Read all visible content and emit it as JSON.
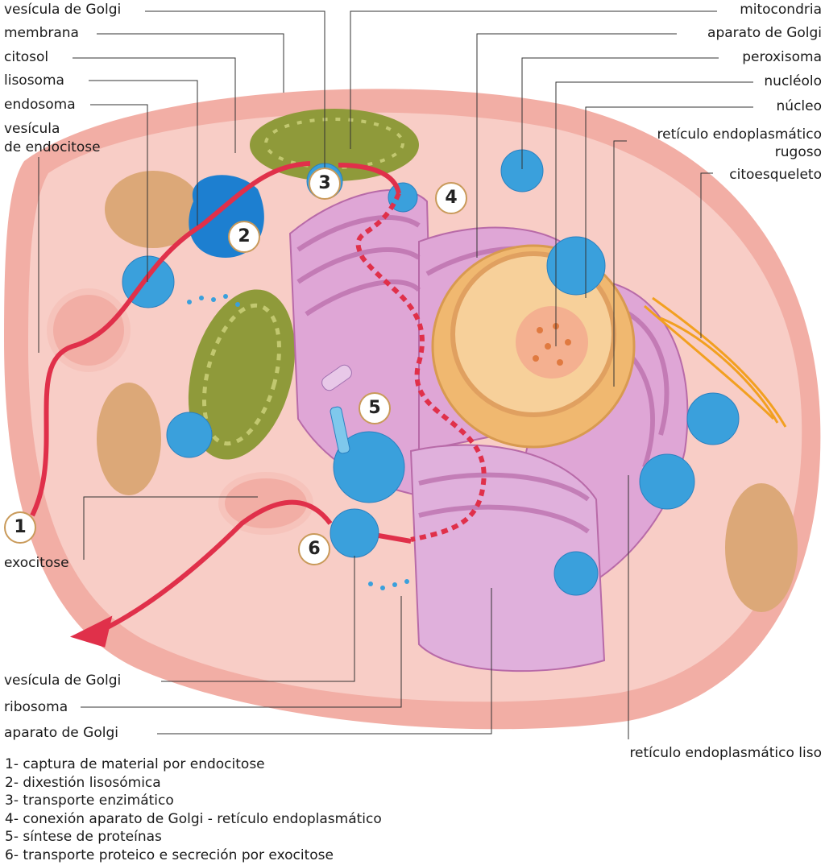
{
  "labels_left": {
    "golgi_vesicle_top": "vesícula de Golgi",
    "membrane": "membrana",
    "cytosol": "citosol",
    "lysosome": "lisosoma",
    "endosome": "endosoma",
    "endocytosis_vesicle_1": "vesícula",
    "endocytosis_vesicle_2": "de endocitose",
    "exocytosis": "exocitose",
    "golgi_vesicle_bottom": "vesícula de Golgi",
    "ribosome": "ribosoma",
    "golgi_apparatus_bottom": "aparato de Golgi"
  },
  "labels_right": {
    "mitochondria": "mitocondria",
    "golgi_apparatus": "aparato de Golgi",
    "peroxisome": "peroxisoma",
    "nucleolus": "nucléolo",
    "nucleus": "núcleo",
    "rough_er_1": "retículo endoplasmático",
    "rough_er_2": "rugoso",
    "cytoskeleton": "citoesqueleto",
    "smooth_er": "retículo endoplasmático liso"
  },
  "steps": [
    "1",
    "2",
    "3",
    "4",
    "5",
    "6"
  ],
  "legend": [
    "1- captura de material por endocitose",
    "2- dixestión lisosómica",
    "3- transporte enzimático",
    "4- conexión aparato de Golgi - retículo endoplasmático",
    "5- síntese de proteínas",
    "6- transporte proteico e secreción por exocitose"
  ],
  "colors": {
    "membrane": "#f2aea5",
    "cytosol": "#f8cdc6",
    "organelle_blue": "#3aa0dc",
    "mitochondria": "#8f9a3a",
    "golgi": "#d99ad0",
    "nucleus": "#f0b870",
    "pathway": "#e0304a"
  }
}
